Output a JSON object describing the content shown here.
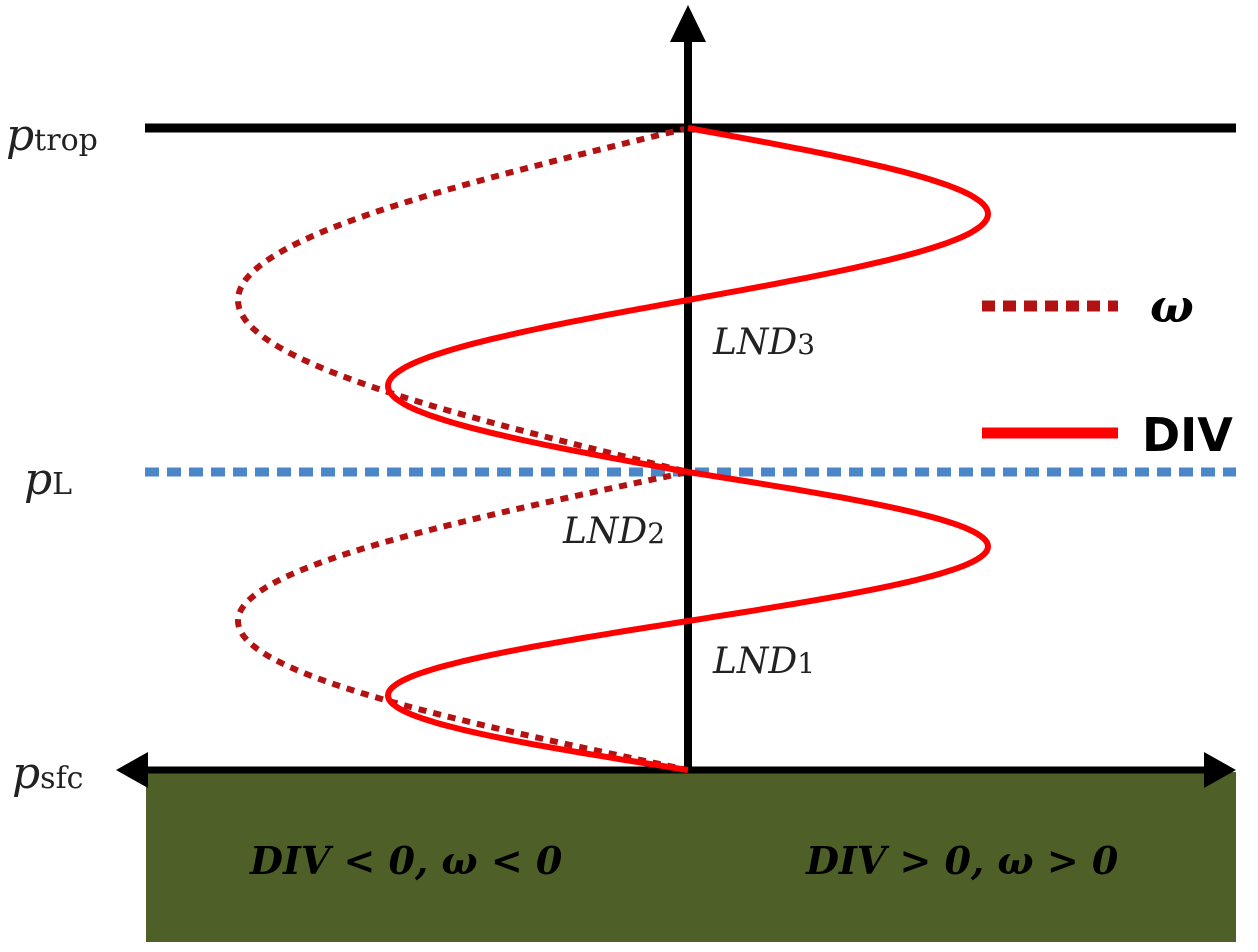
{
  "levels": {
    "trop": {
      "base": "p",
      "sub": "trop"
    },
    "lnb": {
      "base": "p",
      "sub": "L"
    },
    "sfc": {
      "base": "p",
      "sub": "sfc"
    }
  },
  "nodes": [
    {
      "base": "LND",
      "sub": "3"
    },
    {
      "base": "LND",
      "sub": "2"
    },
    {
      "base": "LND",
      "sub": "1"
    }
  ],
  "legend": {
    "omega_label": "ω",
    "div_label": "DIV"
  },
  "ground": {
    "left_text": "DIV < 0, ω < 0",
    "right_text": "DIV > 0, ω > 0"
  },
  "colors": {
    "div_curve": "#ff0000",
    "omega_curve": "#b31212",
    "pL_line": "#4a86c8",
    "ground": "#4e5f28",
    "axis": "#000000"
  }
}
